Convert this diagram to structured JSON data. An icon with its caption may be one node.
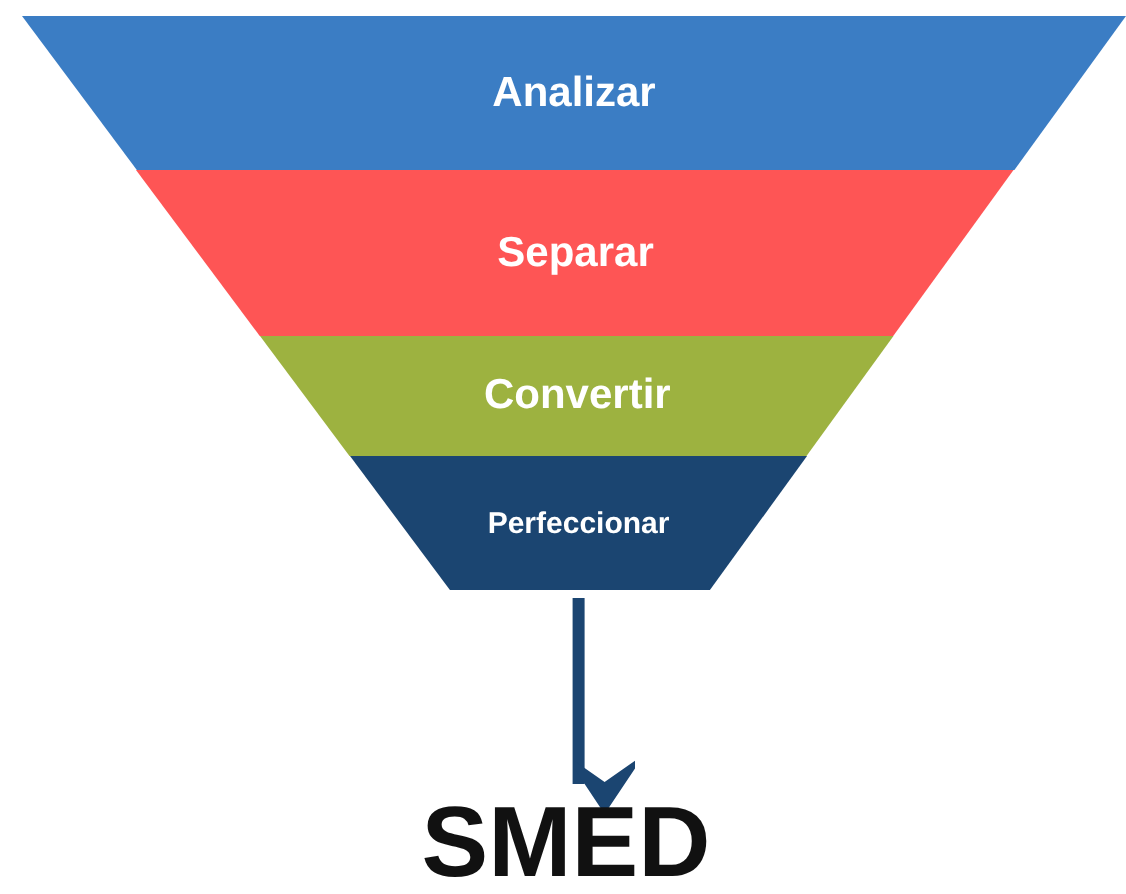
{
  "diagram": {
    "nodes": [
      {
        "text": [
          "Analizar"
        ]
      },
      {
        "text": [
          "Separar"
        ]
      },
      {
        "text": [
          "Convertir"
        ]
      },
      {
        "text": [
          "Perfeccionar"
        ]
      },
      {
        "text": [
          "SMED"
        ]
      }
    ],
    "edges": [
      {
        "from": 3,
        "to": 4,
        "arrow": "to"
      }
    ]
  }
}
